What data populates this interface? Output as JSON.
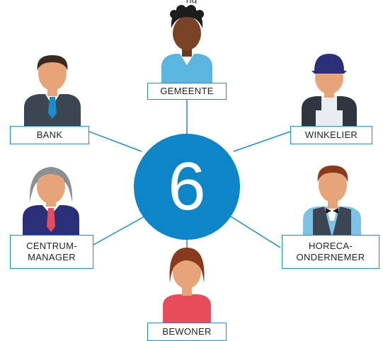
{
  "colors": {
    "accent": "#0e85c6",
    "line": "#1a8cc9"
  },
  "diagram": {
    "top_fragment": "ng",
    "center_value": "6",
    "stakeholders": [
      {
        "key": "gemeente",
        "label": "GEMEENTE",
        "icon": "person-gemeente-icon"
      },
      {
        "key": "bank",
        "label": "BANK",
        "icon": "person-bank-icon"
      },
      {
        "key": "winkelier",
        "label": "WINKELIER",
        "icon": "person-winkelier-icon"
      },
      {
        "key": "centrum",
        "label": "CENTRUM-\nMANAGER",
        "icon": "person-centrummanager-icon"
      },
      {
        "key": "horeca",
        "label": "HORECA-\nONDERNEMER",
        "icon": "person-horeca-icon"
      },
      {
        "key": "bewoner",
        "label": "BEWONER",
        "icon": "person-bewoner-icon"
      }
    ]
  }
}
